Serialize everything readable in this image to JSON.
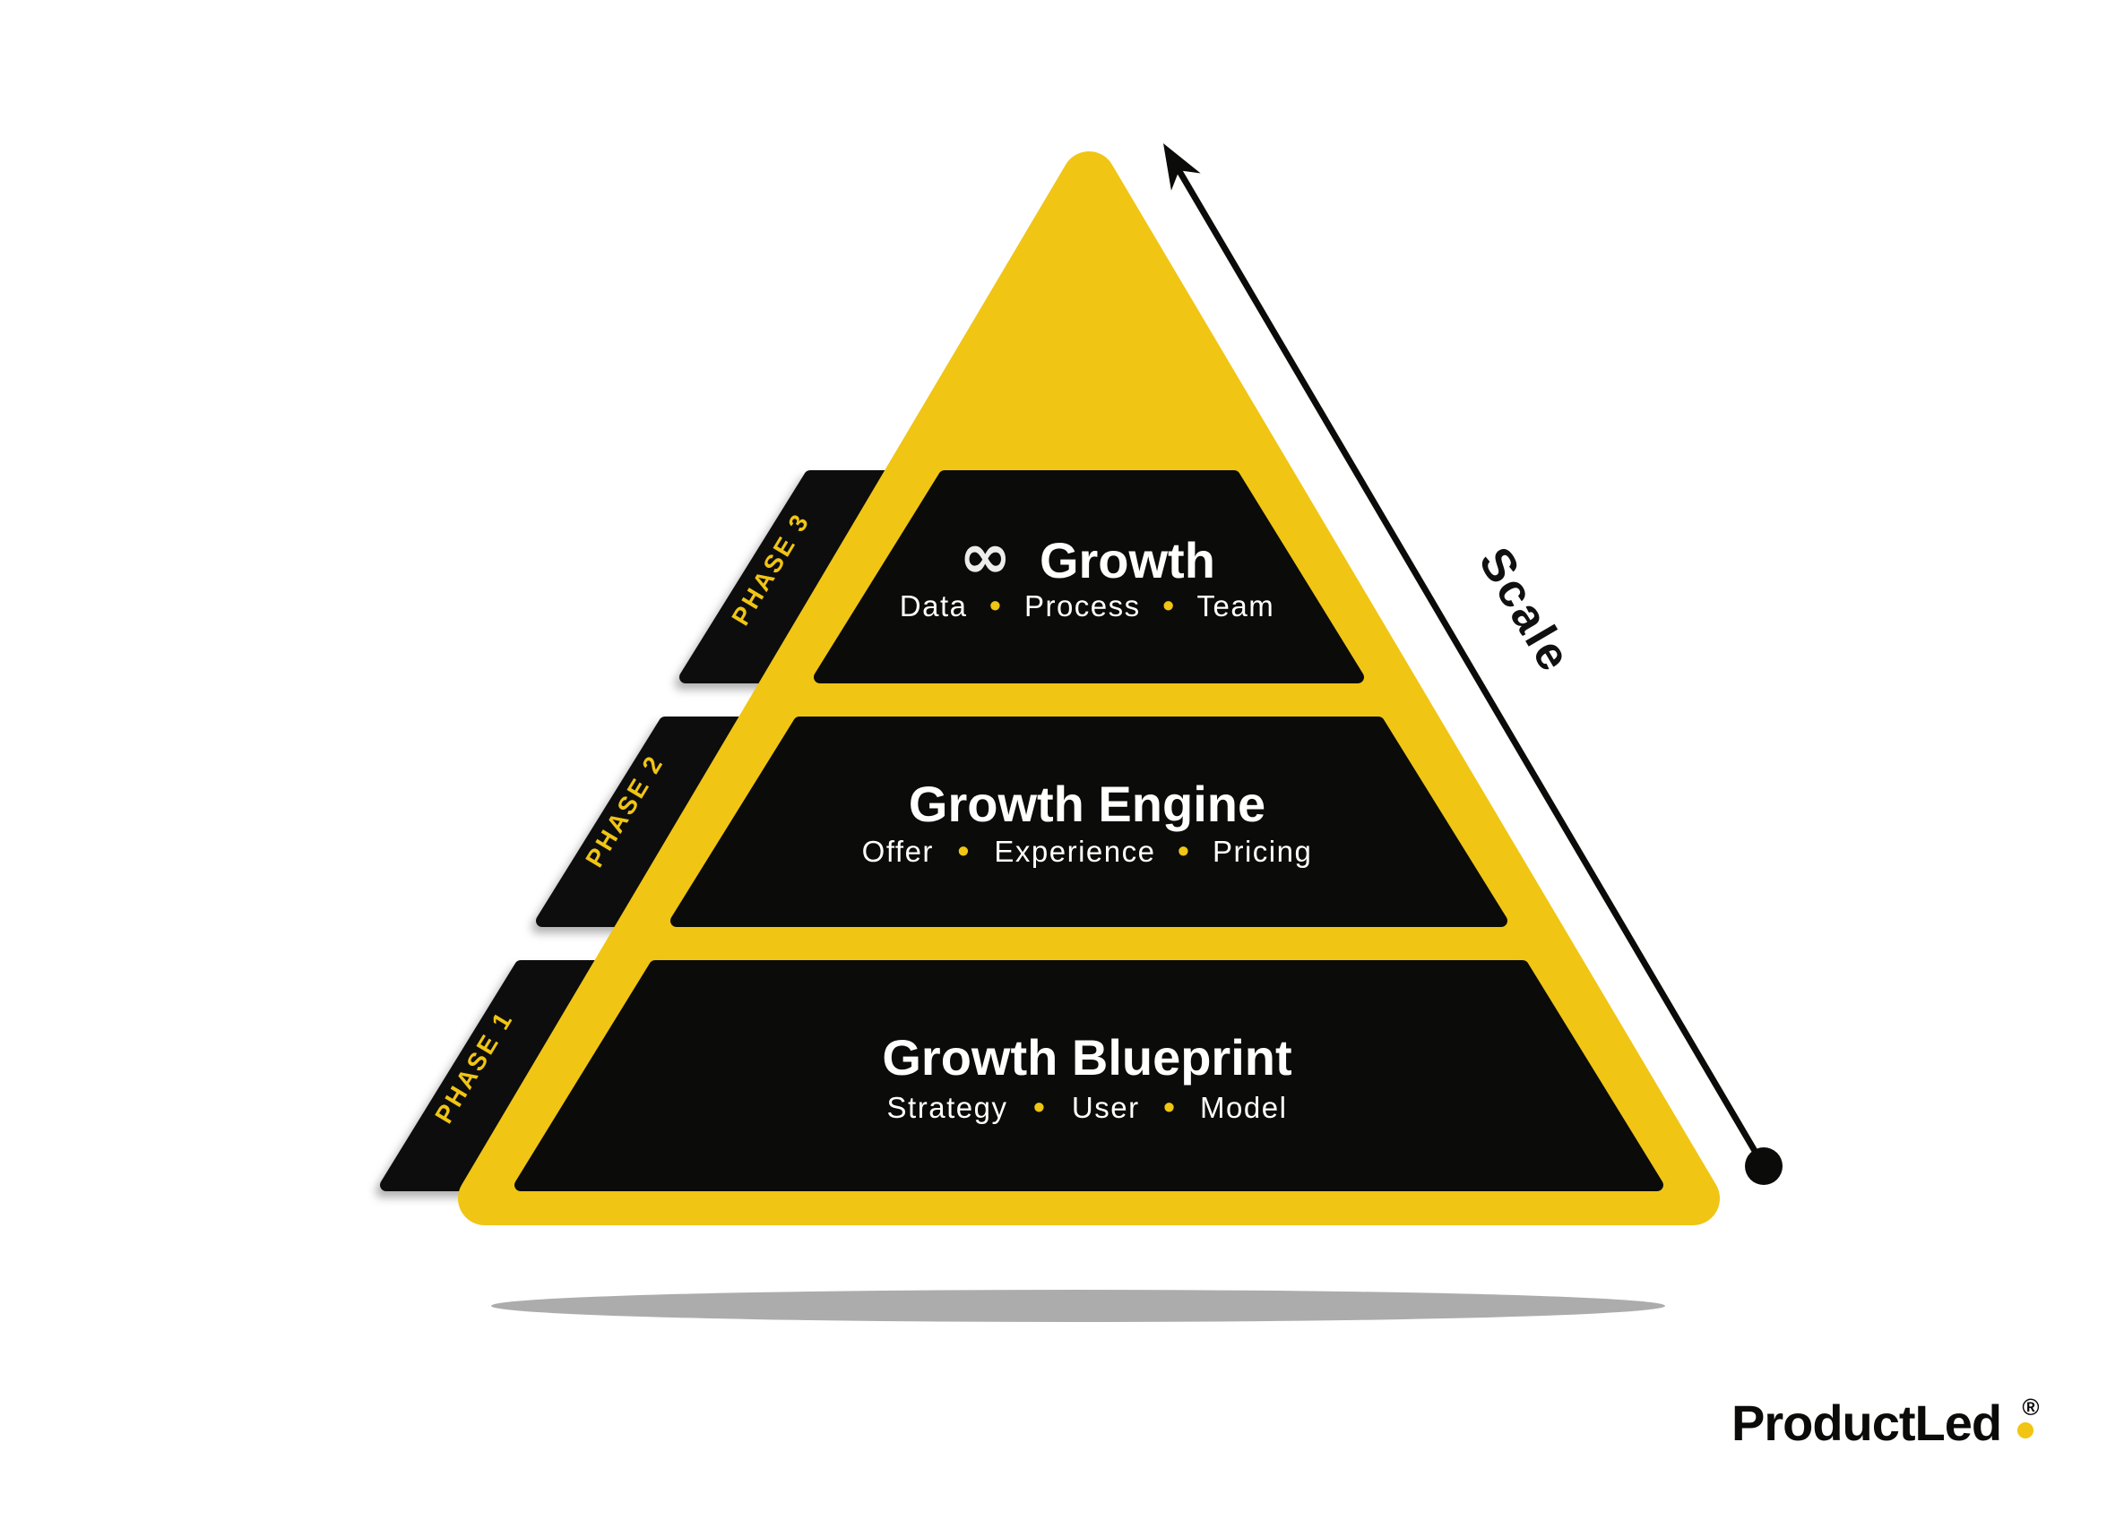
{
  "colors": {
    "yellow": "#F0C514",
    "black": "#0B0B09",
    "white": "#FFFFFF",
    "shadow_gray": "#ACACAC"
  },
  "scale_label": "Scale",
  "bullet": "•",
  "levels": [
    {
      "phase_label": "PHASE 3",
      "infinity": "∞",
      "title": "Growth",
      "items": [
        "Data",
        "Process",
        "Team"
      ]
    },
    {
      "phase_label": "PHASE 2",
      "title": "Growth Engine",
      "items": [
        "Offer",
        "Experience",
        "Pricing"
      ]
    },
    {
      "phase_label": "PHASE 1",
      "title": "Growth Blueprint",
      "items": [
        "Strategy",
        "User",
        "Model"
      ]
    }
  ],
  "brand": {
    "name": "ProductLed",
    "registered": "®"
  }
}
